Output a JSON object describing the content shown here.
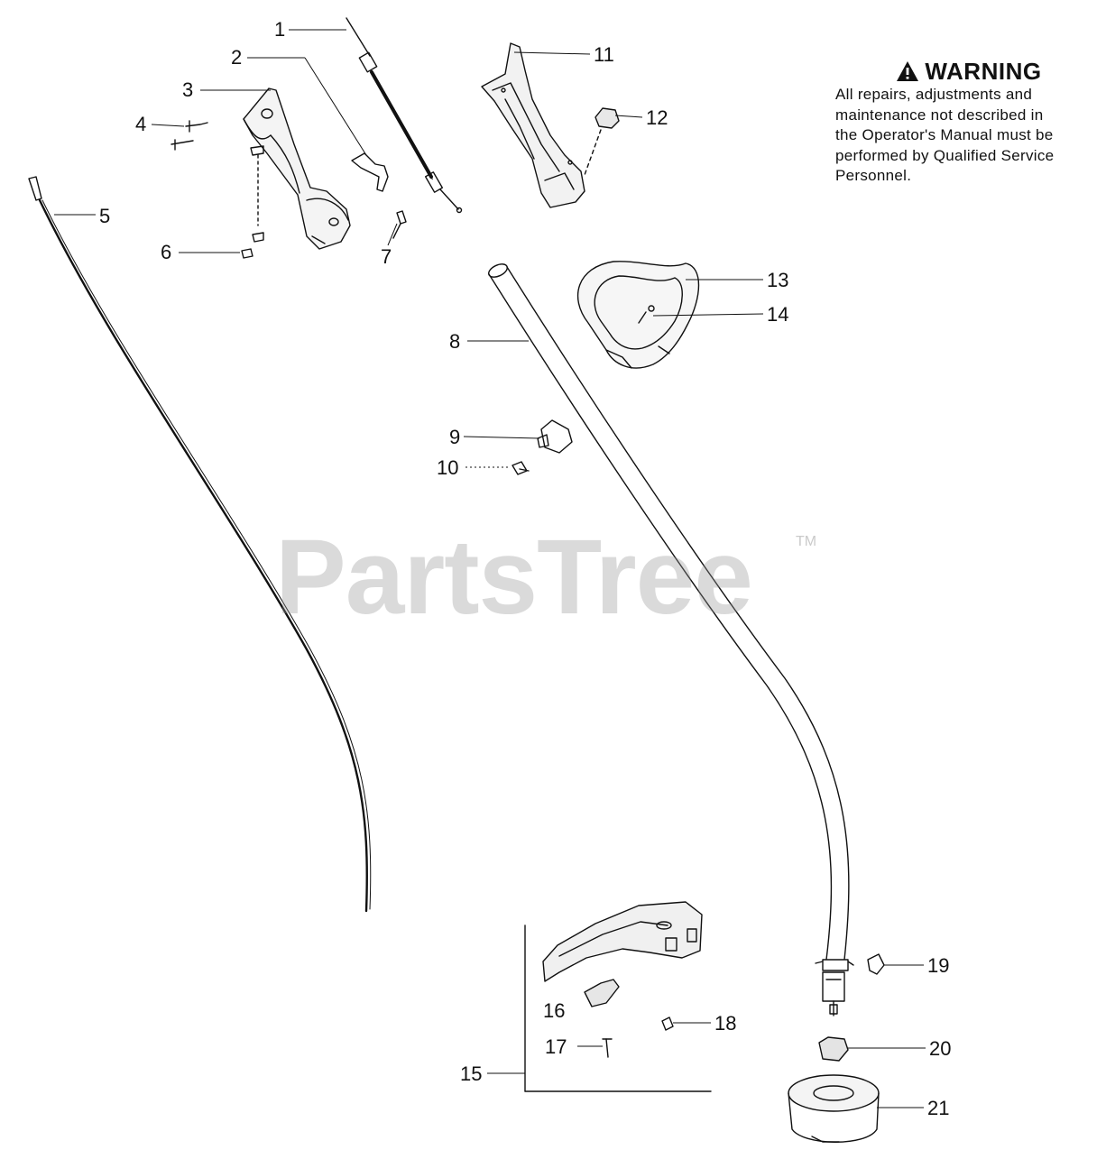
{
  "warning": {
    "title": "WARNING",
    "lines": [
      "All repairs, adjustments and",
      "maintenance not described in",
      "the Operator's Manual must be",
      "performed by Qualified Service",
      "Personnel."
    ]
  },
  "watermark": {
    "text": "PartsTree",
    "tm": "TM"
  },
  "callouts": [
    "1",
    "2",
    "3",
    "4",
    "5",
    "6",
    "7",
    "8",
    "9",
    "10",
    "11",
    "12",
    "13",
    "14",
    "15",
    "16",
    "17",
    "18",
    "19",
    "20",
    "21"
  ]
}
